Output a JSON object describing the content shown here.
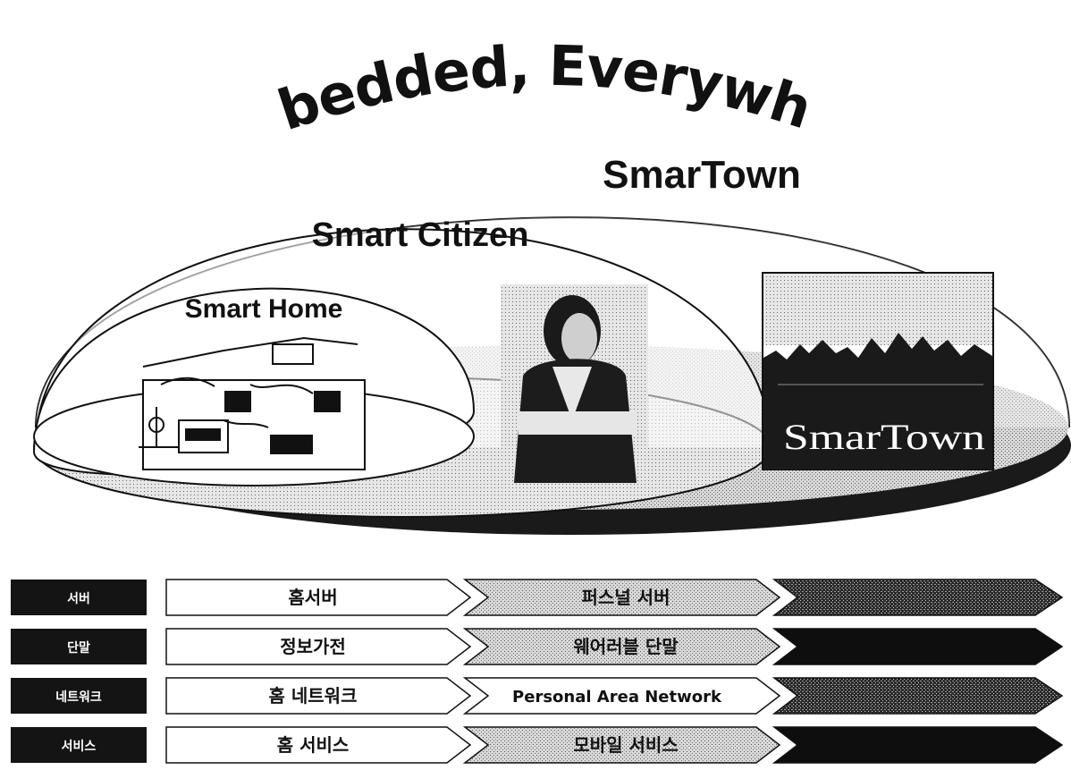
{
  "diagram": {
    "title": "Embedded, Everywhere",
    "domes": {
      "outer_label": "SmarTown",
      "middle_label": "Smart Citizen",
      "inner_label": "Smart Home"
    },
    "city_photo_caption": "SmarTown",
    "rows": [
      {
        "header": "서버",
        "cells": [
          "홈서버",
          "퍼스널 서버",
          ""
        ]
      },
      {
        "header": "단말",
        "cells": [
          "정보가전",
          "웨어러블 단말",
          ""
        ]
      },
      {
        "header": "네트워크",
        "cells": [
          "홈 네트워크",
          "Personal Area Network",
          ""
        ]
      },
      {
        "header": "서비스",
        "cells": [
          "홈 서비스",
          "모바일 서비스",
          ""
        ]
      }
    ],
    "colors": {
      "ink": "#111111",
      "dome_fill": "#ffffff",
      "floor_shadow": "#1a1a1a"
    }
  }
}
